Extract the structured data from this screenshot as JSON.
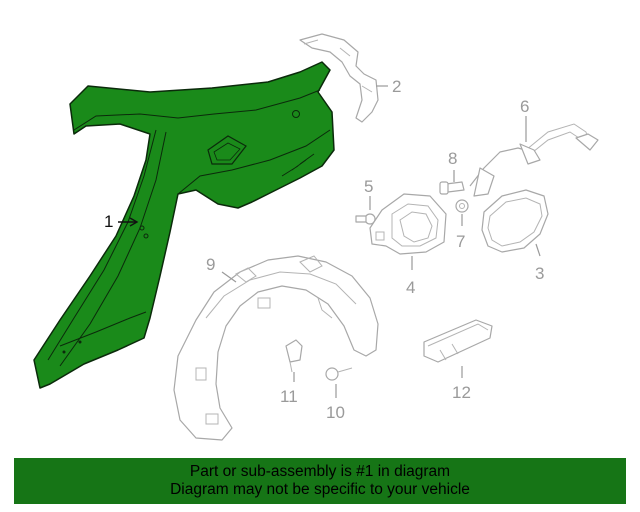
{
  "colors": {
    "highlight_part": "#1a8a1a",
    "banner_bg": "#167516",
    "ghost_outline": "#a8a8a8",
    "callout_text": "#9a9a9a"
  },
  "callouts": {
    "c1": "1",
    "c2": "2",
    "c3": "3",
    "c4": "4",
    "c5": "5",
    "c6": "6",
    "c7": "7",
    "c8": "8",
    "c9": "9",
    "c10": "10",
    "c11": "11",
    "c12": "12"
  },
  "banner": {
    "line1": "Part or sub-assembly is #1 in diagram",
    "line2": "Diagram may not be specific to your vehicle"
  }
}
